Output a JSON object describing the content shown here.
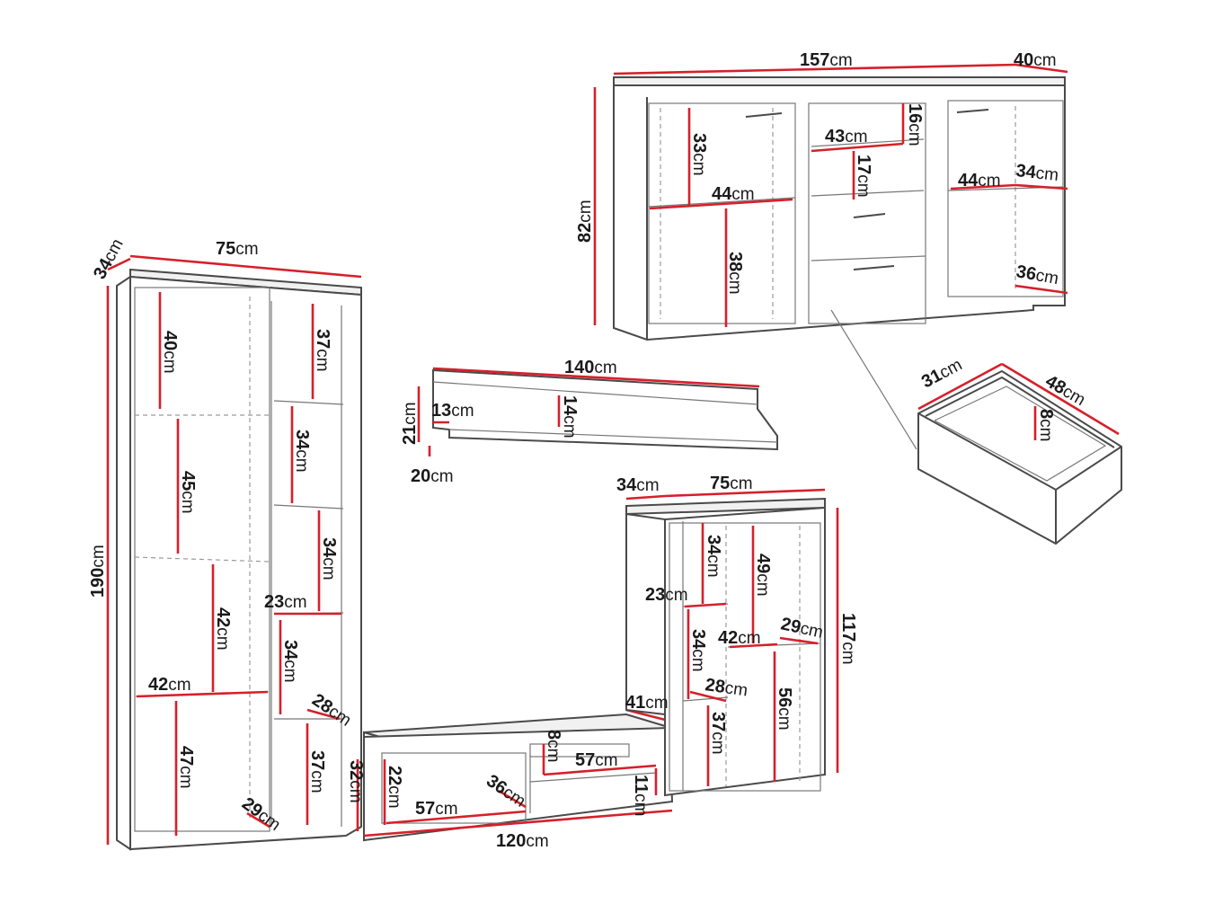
{
  "unit": "cm",
  "sideboard": {
    "width": "157",
    "depth": "40",
    "height": "82",
    "left_top_shelf": "33",
    "left_shelf_width": "44",
    "left_bottom": "38",
    "mid_shelf_width": "43",
    "mid_top_gap": "16",
    "mid_gap": "17",
    "right_shelf_width": "44",
    "right_depth_top": "34",
    "right_depth_bottom": "36"
  },
  "drawer": {
    "depth": "31",
    "width": "48",
    "height": "8"
  },
  "wall_shelf": {
    "width": "140",
    "height": "21",
    "depth": "20",
    "inner_depth": "13",
    "inner_height": "14"
  },
  "tall_cabinet": {
    "depth": "34",
    "width": "75",
    "height": "190",
    "main_1": "40",
    "main_2": "45",
    "main_3": "42",
    "main_4": "47",
    "main_shelf_width": "42",
    "main_base_depth": "29",
    "side_1": "37",
    "side_2": "34",
    "side_3": "34",
    "side_4": "34",
    "side_5": "37",
    "side_width": "23",
    "side_depth": "28"
  },
  "tv_stand": {
    "width": "120",
    "depth": "41",
    "height": "32",
    "left_height": "22",
    "left_width": "57",
    "diag": "36",
    "right_gap": "8",
    "right_width": "57",
    "right_height": "11"
  },
  "low_cabinet": {
    "depth": "34",
    "width": "75",
    "height": "117",
    "side_1": "34",
    "side_width": "23",
    "side_2": "34",
    "side_depth": "28",
    "side_3": "37",
    "main_top": "49",
    "main_shelf": "42",
    "main_depth": "29",
    "main_bottom": "56"
  }
}
